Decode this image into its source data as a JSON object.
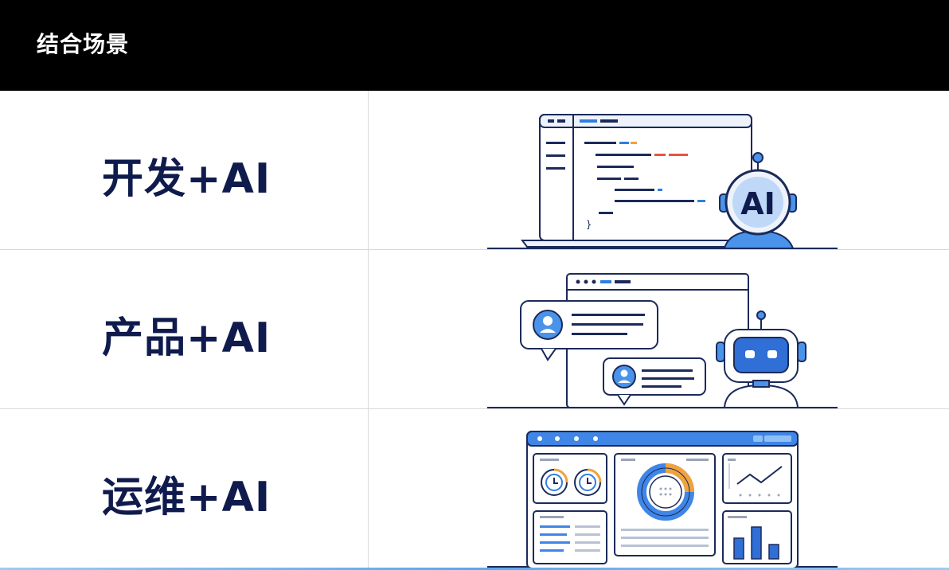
{
  "header": {
    "title": "结合场景"
  },
  "rows": [
    {
      "label": "开发+AI",
      "illustration": "developer-laptop-robot",
      "badge_text": "AI"
    },
    {
      "label": "产品+AI",
      "illustration": "product-chat-robot"
    },
    {
      "label": "运维+AI",
      "illustration": "ops-dashboard"
    }
  ],
  "colors": {
    "header_bg": "#000000",
    "text_navy": "#0f1b4d",
    "accent_blue": "#2f7fe0",
    "line": "#1b2a5a",
    "orange": "#f0a23c",
    "red": "#e8553a"
  }
}
